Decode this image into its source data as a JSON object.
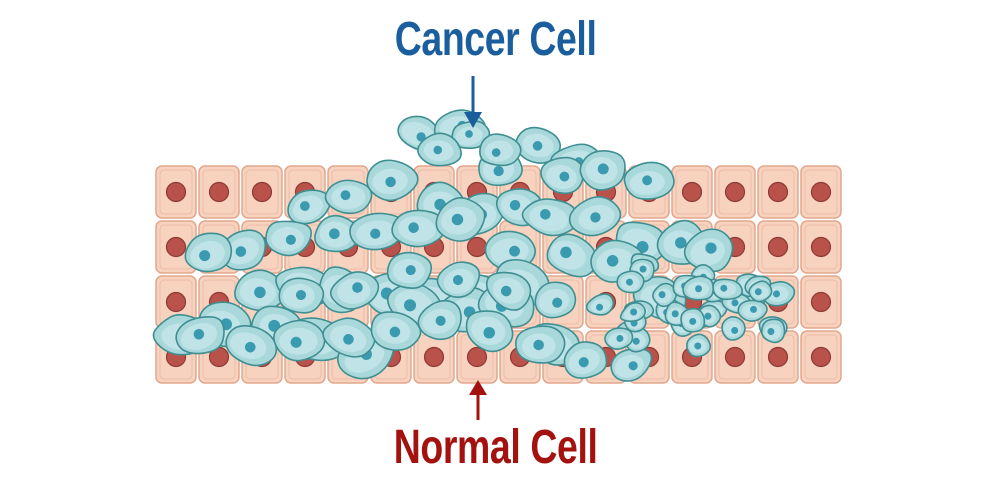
{
  "labels": {
    "cancer": {
      "text": "Cancer Cell",
      "color": "#1a5e9e"
    },
    "normal": {
      "text": "Normal Cell",
      "color": "#a3120f"
    }
  },
  "colors": {
    "normal_cell_fill": "#f6d2bf",
    "normal_cell_stroke": "#e2a78d",
    "normal_nucleus": "#b8524a",
    "normal_nucleus_stroke": "#8e3a34",
    "cancer_cell_fill": "#a9d8db",
    "cancer_cell_stroke": "#3f8f92",
    "cancer_cell_light": "#c4e6e8",
    "cancer_nucleus": "#3a9bb0",
    "cancer_arrow": "#1a5e9e",
    "normal_arrow": "#a3120f"
  },
  "normal_tissue": {
    "rows": 4,
    "columns": 16
  }
}
